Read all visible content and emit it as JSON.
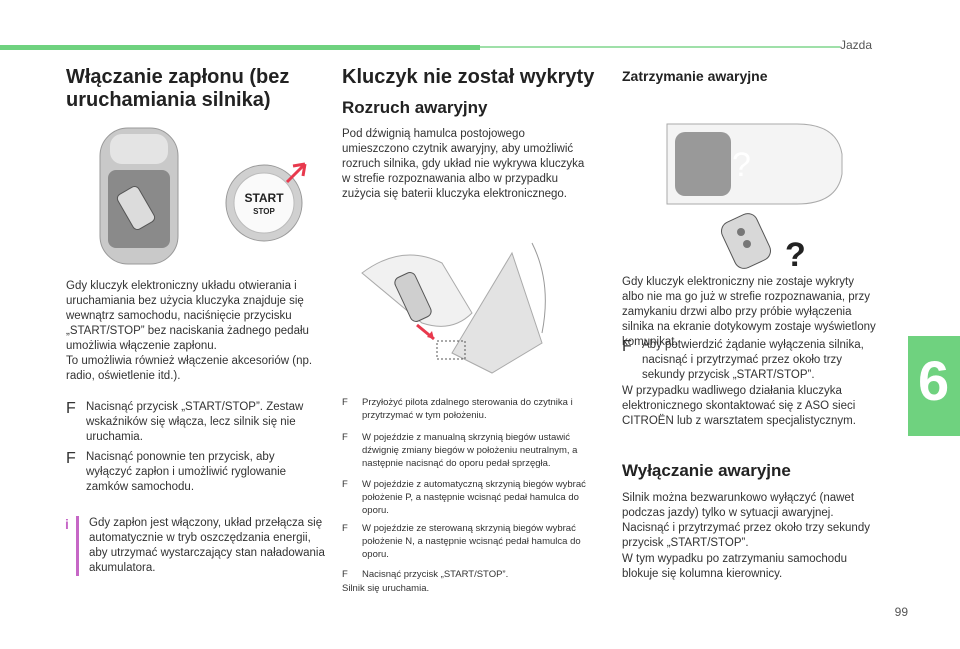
{
  "header": {
    "section": "Jazda"
  },
  "chapter": "6",
  "page_number": "99",
  "col1": {
    "title": "Włączanie zapłonu (bez uruchamiania silnika)",
    "start_button_label_1": "START",
    "start_button_label_2": "STOP",
    "para": "Gdy kluczyk elektroniczny układu otwierania i uruchamiania bez użycia kluczyka znajduje się wewnątrz samochodu, naciśnięcie przycisku „START/STOP” bez naciskania żadnego pedału umożliwia włączenie zapłonu.",
    "para2": "To umożliwia również włączenie akcesoriów (np. radio, oświetlenie itd.).",
    "bullet1": "Nacisnąć przycisk „START/STOP”. Zestaw wskaźników się włącza, lecz silnik się nie uruchamia.",
    "bullet2": "Nacisnąć ponownie ten przycisk, aby wyłączyć zapłon i umożliwić ryglowanie zamków samochodu.",
    "note": "Gdy zapłon jest włączony, układ przełącza się automatycznie w tryb oszczędzania energii, aby utrzymać wystarczający stan naładowania akumulatora."
  },
  "col2": {
    "title": "Kluczyk nie został wykryty",
    "subtitle": "Rozruch awaryjny",
    "para": "Pod dźwignią hamulca postojowego umieszczono czytnik awaryjny, aby umożliwić rozruch silnika, gdy układ nie wykrywa kluczyka w strefie rozpoznawania albo w przypadku zużycia się baterii kluczyka elektronicznego.",
    "b1": "Przyłożyć pilota zdalnego sterowania do czytnika i przytrzymać w tym położeniu.",
    "b2": "W pojeździe z manualną skrzynią biegów ustawić dźwignię zmiany biegów w położeniu neutralnym, a następnie nacisnąć do oporu pedał sprzęgła.",
    "b3": "W pojeździe z automatyczną skrzynią biegów wybrać położenie P, a następnie wcisnąć pedał hamulca do oporu.",
    "b4": "W pojeździe ze sterowaną skrzynią biegów wybrać położenie N, a następnie wcisnąć pedał hamulca do oporu.",
    "b5": "Nacisnąć przycisk „START/STOP”.",
    "end": "Silnik się uruchamia."
  },
  "col3": {
    "title": "Zatrzymanie awaryjne",
    "q": "?",
    "para": "Gdy kluczyk elektroniczny nie zostaje wykryty albo nie ma go już w strefie rozpoznawania, przy zamykaniu drzwi albo przy próbie wyłączenia silnika na ekranie dotykowym zostaje wyświetlony komunikat.",
    "bullet": "Aby potwierdzić żądanie wyłączenia silnika, nacisnąć i przytrzymać przez około trzy sekundy przycisk „START/STOP”.",
    "para2": "W przypadku wadliwego działania kluczyka elektronicznego skontaktować się z ASO sieci CITROËN lub z warsztatem specjalistycznym.",
    "title2": "Wyłączanie awaryjne",
    "para3": "Silnik można bezwarunkowo wyłączyć (nawet podczas jazdy) tylko w sytuacji awaryjnej. Nacisnąć i przytrzymać przez około trzy sekundy przycisk „START/STOP”.",
    "para4": "W tym wypadku po zatrzymaniu samochodu blokuje się kolumna kierownicy."
  },
  "bullet_glyph": "F",
  "note_glyph": "i"
}
